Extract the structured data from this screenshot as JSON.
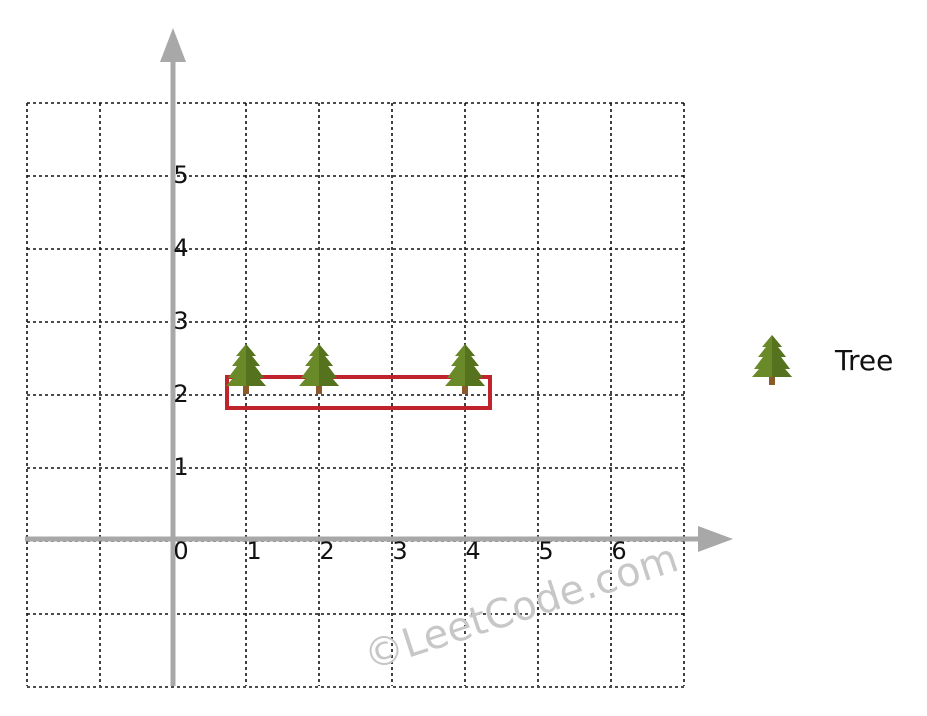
{
  "chart_data": {
    "type": "scatter",
    "title": "",
    "xlabel": "",
    "ylabel": "",
    "xlim": [
      -2,
      7
    ],
    "ylim": [
      -2,
      6
    ],
    "grid": true,
    "x_ticks": [
      "0",
      "1",
      "2",
      "3",
      "4",
      "5",
      "6"
    ],
    "y_ticks": [
      "1",
      "2",
      "3",
      "4",
      "5"
    ],
    "series": [
      {
        "name": "Tree",
        "points": [
          {
            "x": 1,
            "y": 2
          },
          {
            "x": 2,
            "y": 2
          },
          {
            "x": 4,
            "y": 2
          }
        ]
      }
    ],
    "fence": {
      "x_range": [
        1,
        4
      ],
      "y": 2
    },
    "legend": {
      "label": "Tree",
      "placement": "right"
    },
    "colors": {
      "fence": "#c0232c",
      "axis": "#a8a8a8",
      "grid": "#111111",
      "tree": "#6a8a2a",
      "trunk": "#8a5a2b"
    },
    "icons": {
      "tree": "evergreen-tree-icon"
    }
  },
  "watermark": "©LeetCode.com"
}
